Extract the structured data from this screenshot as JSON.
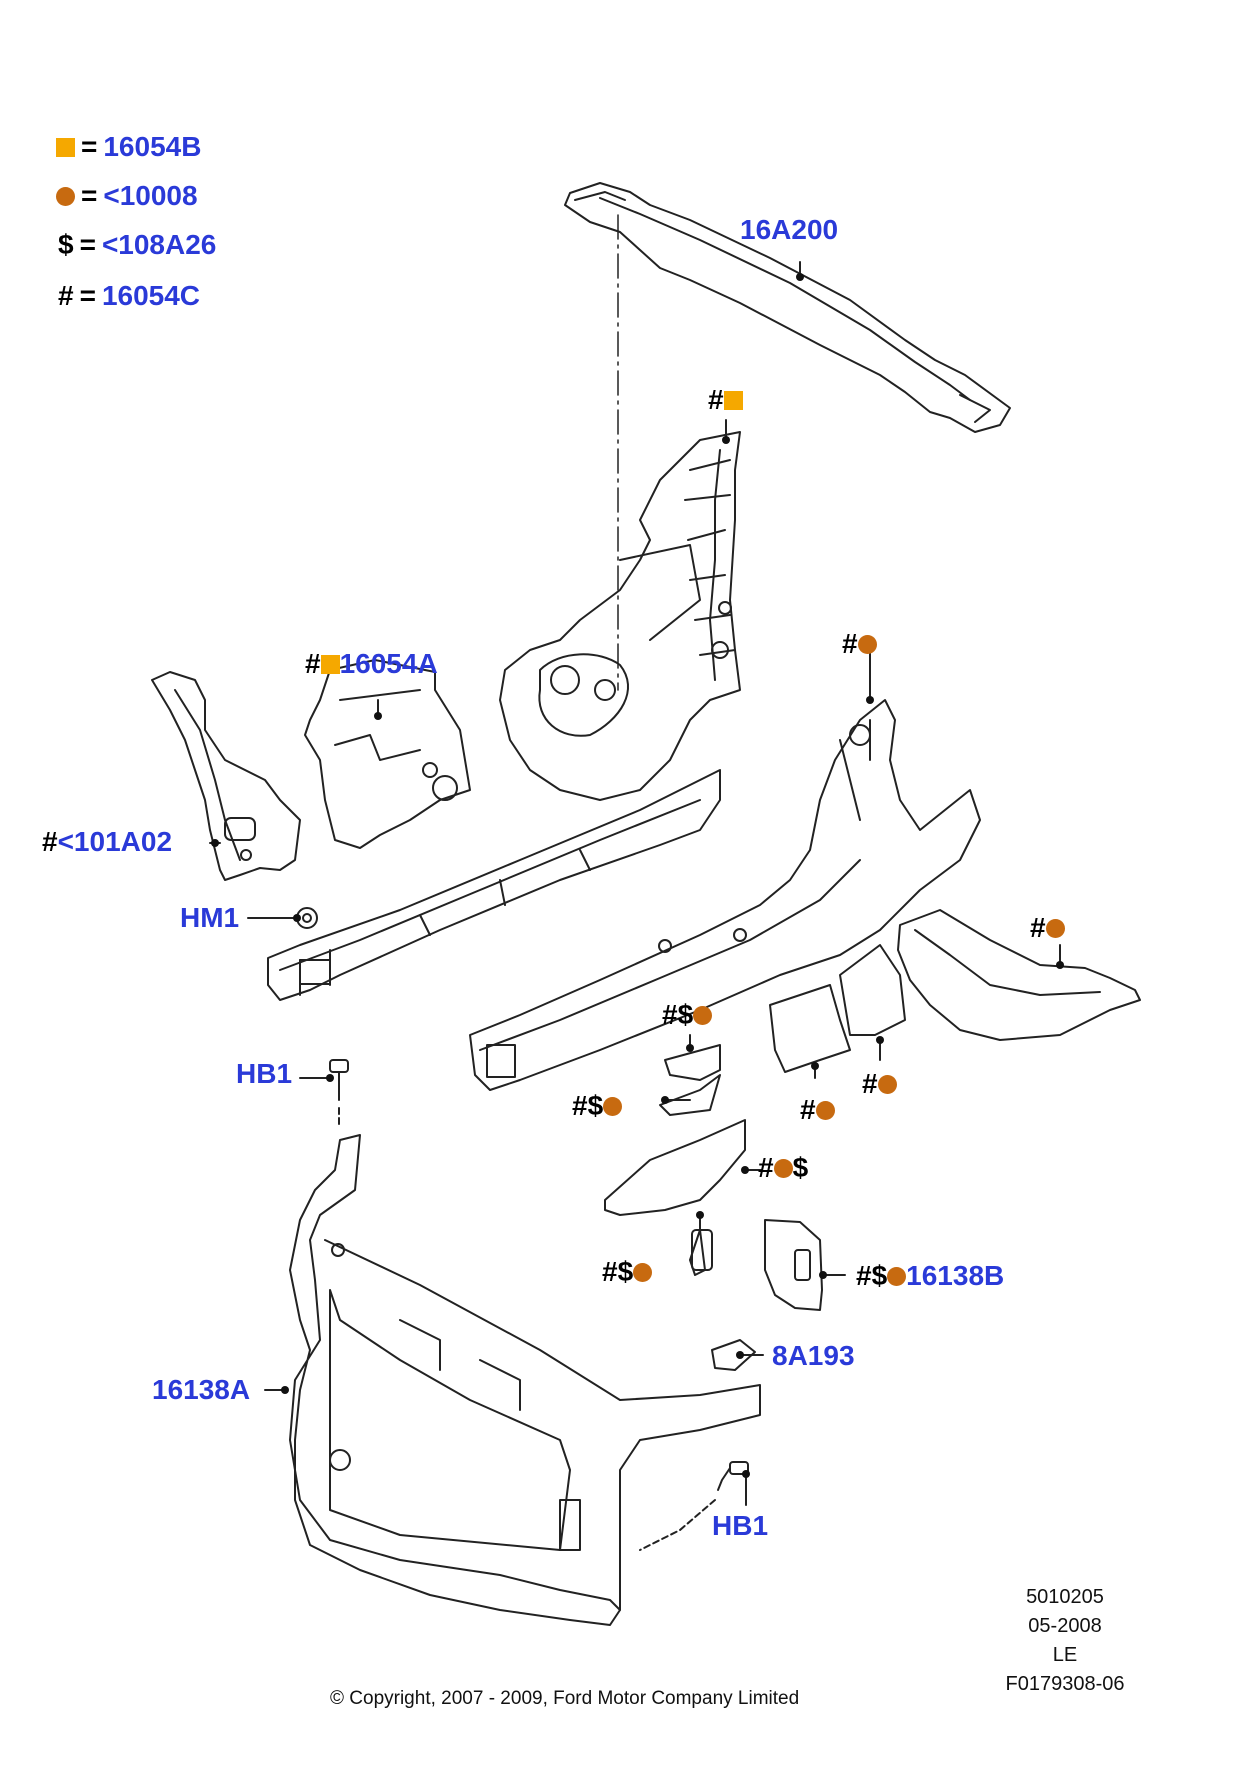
{
  "legend": [
    {
      "symbol": "square",
      "value": "16054B"
    },
    {
      "symbol": "circle",
      "value": "<10008"
    },
    {
      "symbol": "$",
      "value": "<108A26"
    },
    {
      "symbol": "#",
      "value": "16054C"
    }
  ],
  "callouts": {
    "upper_crossmember": "16A200",
    "left_apron": "16054A",
    "left_bracket": "<101A02",
    "nut": "HM1",
    "bolt_top": "HB1",
    "radiator_support": "16138A",
    "right_bracket": "16138B",
    "latch_bracket": "8A193",
    "bolt_bottom": "HB1"
  },
  "symbols": {
    "hash": "#",
    "dollar": "$"
  },
  "colors": {
    "label_blue": "#2a3ad8",
    "square_orange": "#f5a800",
    "circle_brown": "#c76a10"
  },
  "footer": {
    "illustration_number": "5010205",
    "date": "05-2008",
    "side": "LE",
    "figure_id": "F0179308-06",
    "copyright": "© Copyright, 2007 - 2009, Ford Motor Company Limited"
  }
}
